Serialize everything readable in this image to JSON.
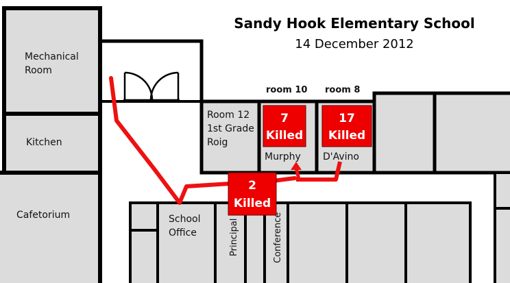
{
  "title": "Sandy Hook Elementary School",
  "date": "14 December 2012",
  "rooms": {
    "mechanical_line1": "Mechanical",
    "mechanical_line2": "Room",
    "kitchen": "Kitchen",
    "cafetorium": "Cafetorium",
    "school_office_line1": "School",
    "school_office_line2": "Office",
    "principal": "Principal",
    "conference": "Conference",
    "room12_line1": "Room 12",
    "room12_line2": "1st Grade",
    "room12_line3": "Roig",
    "room10_label": "room 10",
    "room8_label": "room 8",
    "murphy": "Murphy",
    "davino": "D'Avino"
  },
  "casualties": [
    {
      "location": "room 10",
      "count": "7",
      "label": "Killed"
    },
    {
      "location": "room 8",
      "count": "17",
      "label": "Killed"
    },
    {
      "location": "hallway",
      "count": "2",
      "label": "Killed"
    }
  ],
  "colors": {
    "wall": "#000000",
    "floor": "#dcdcdc",
    "hall": "#ffffff",
    "path": "#ee1111",
    "casualty_fill": "#ee0000"
  }
}
